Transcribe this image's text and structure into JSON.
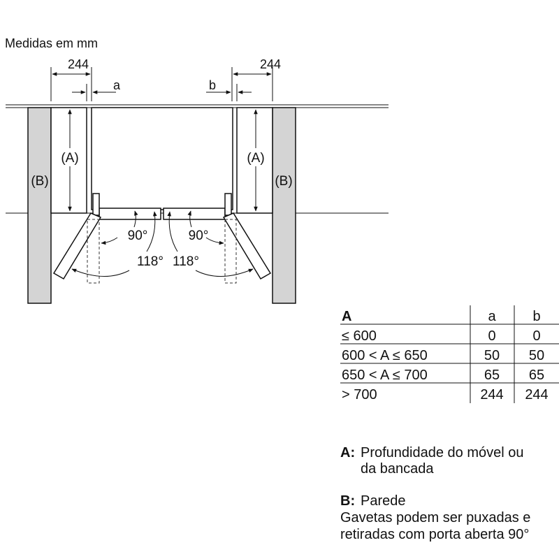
{
  "title": "Medidas em mm",
  "diagram": {
    "dim_left": "244",
    "dim_right": "244",
    "gap_a": "a",
    "gap_b": "b",
    "label_A": "(A)",
    "label_B": "(B)",
    "angle_90": "90°",
    "angle_118": "118°"
  },
  "table": {
    "headers": [
      "A",
      "a",
      "b"
    ],
    "rows": [
      [
        "≤ 600",
        "0",
        "0"
      ],
      [
        "600 < A ≤ 650",
        "50",
        "50"
      ],
      [
        "650 < A ≤ 700",
        "65",
        "65"
      ],
      [
        "> 700",
        "244",
        "244"
      ]
    ]
  },
  "legend": {
    "a_key": "A:",
    "a_line1": "Profundidade do móvel ou",
    "a_line2": "da bancada",
    "b_key": "B:",
    "b_text": "Parede",
    "note_line1": "Gavetas podem ser puxadas e",
    "note_line2": "retiradas com porta aberta 90°"
  }
}
